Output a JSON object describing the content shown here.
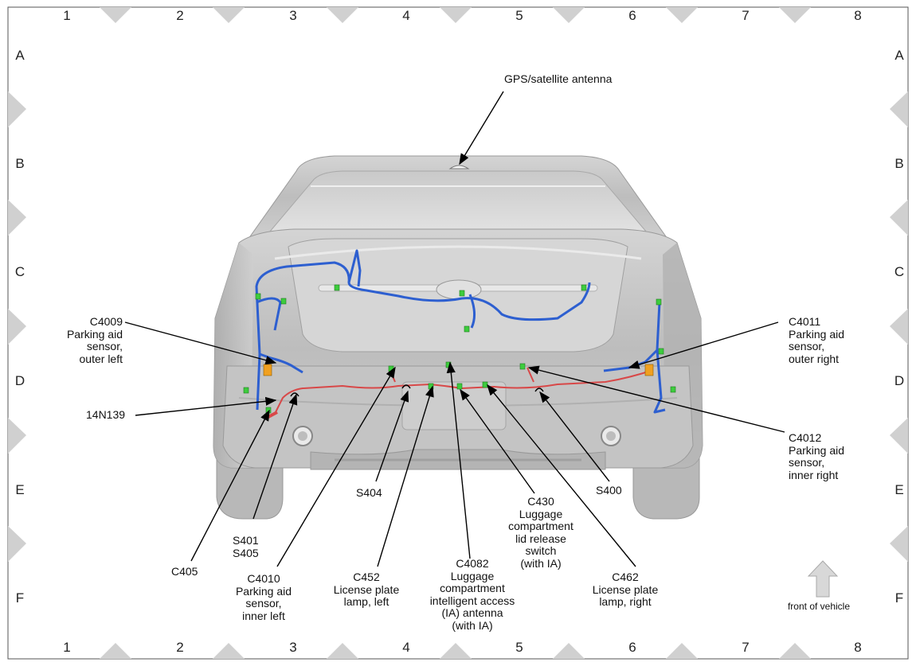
{
  "grid": {
    "columns": [
      "1",
      "2",
      "3",
      "4",
      "5",
      "6",
      "7",
      "8"
    ],
    "rows": [
      "A",
      "B",
      "C",
      "D",
      "E",
      "F"
    ]
  },
  "labels": {
    "gps": "GPS/satellite antenna",
    "c4009": "C4009\nParking aid\nsensor,\nouter left",
    "c4011": "C4011\nParking aid\nsensor,\nouter right",
    "n14n139": "14N139",
    "c4012": "C4012\nParking aid\nsensor,\ninner right",
    "s404": "S404",
    "s400": "S400",
    "c430": "C430\nLuggage\ncompartment\nlid release\nswitch\n(with IA)",
    "s401": "S401\nS405",
    "c405": "C405",
    "c4010": "C4010\nParking aid\nsensor,\ninner left",
    "c452": "C452\nLicense plate\nlamp, left",
    "c4082": "C4082\nLuggage\ncompartment\nintelligent access\n(IA) antenna\n(with IA)",
    "c462": "C462\nLicense plate\nlamp, right",
    "front": "front of vehicle"
  },
  "colors": {
    "harness_blue": "#2d5fd0",
    "harness_red": "#d84848",
    "connector_green": "#3dcc3d",
    "connector_orange": "#f0a020",
    "body_gray": "#c8c8c8"
  },
  "icons": [
    "front-arrow-icon"
  ]
}
